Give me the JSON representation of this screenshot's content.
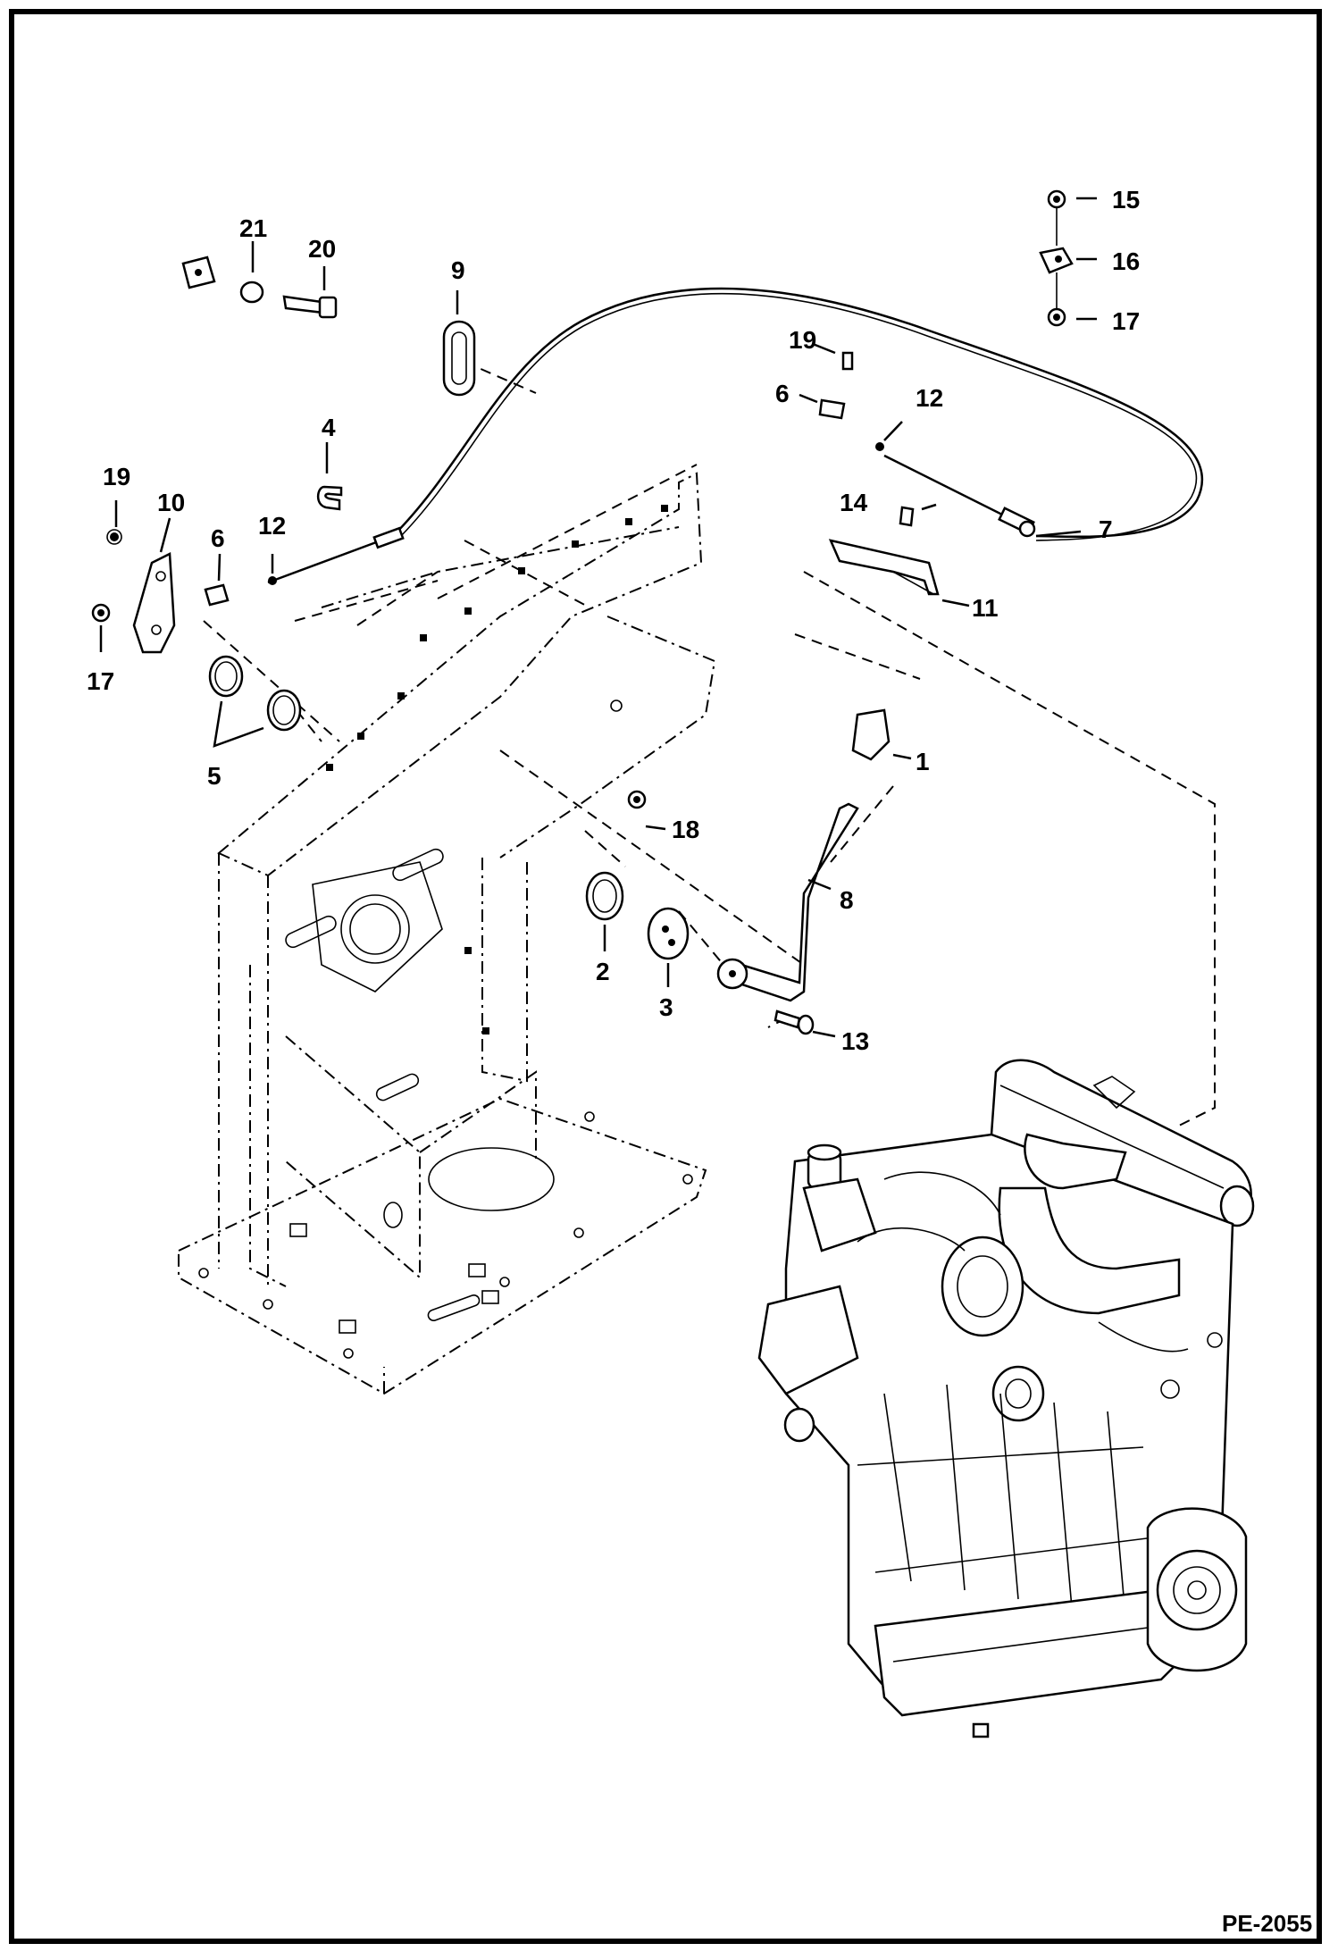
{
  "diagram": {
    "page_id": "PE-2055",
    "callouts": [
      {
        "id": "c1",
        "label": "1"
      },
      {
        "id": "c2",
        "label": "2"
      },
      {
        "id": "c3",
        "label": "3"
      },
      {
        "id": "c4",
        "label": "4"
      },
      {
        "id": "c5",
        "label": "5"
      },
      {
        "id": "c6a",
        "label": "6"
      },
      {
        "id": "c6b",
        "label": "6"
      },
      {
        "id": "c7",
        "label": "7"
      },
      {
        "id": "c8",
        "label": "8"
      },
      {
        "id": "c9",
        "label": "9"
      },
      {
        "id": "c10",
        "label": "10"
      },
      {
        "id": "c11",
        "label": "11"
      },
      {
        "id": "c12a",
        "label": "12"
      },
      {
        "id": "c12b",
        "label": "12"
      },
      {
        "id": "c13",
        "label": "13"
      },
      {
        "id": "c14",
        "label": "14"
      },
      {
        "id": "c15",
        "label": "15"
      },
      {
        "id": "c16",
        "label": "16"
      },
      {
        "id": "c17a",
        "label": "17"
      },
      {
        "id": "c17b",
        "label": "17"
      },
      {
        "id": "c18",
        "label": "18"
      },
      {
        "id": "c19a",
        "label": "19"
      },
      {
        "id": "c19b",
        "label": "19"
      },
      {
        "id": "c20",
        "label": "20"
      },
      {
        "id": "c21",
        "label": "21"
      }
    ]
  }
}
